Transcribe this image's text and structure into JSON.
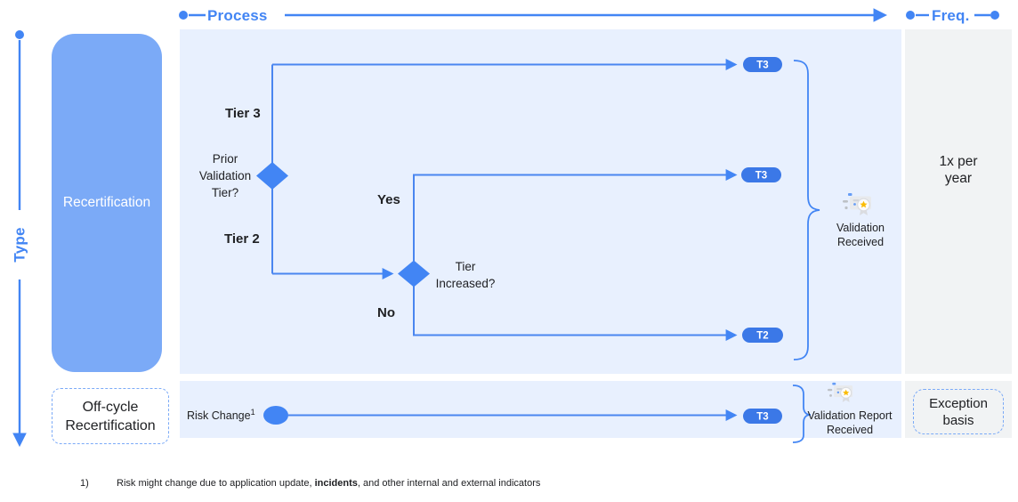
{
  "colors": {
    "accent_blue": "#4285f4",
    "pill_blue": "#3b78e7",
    "panel_blue": "#e8f0fe",
    "panel_gray": "#f1f3f4",
    "recert_box_blue": "#7baaf7",
    "text_dark": "#202124",
    "star_yellow": "#fbbc04"
  },
  "axes": {
    "process": "Process",
    "freq": "Freq.",
    "type": "Type"
  },
  "rows": {
    "recertification": {
      "label": "Recertification",
      "frequency_lines": [
        "1x per",
        "year"
      ]
    },
    "off_cycle": {
      "label_lines": [
        "Off-cycle",
        "Recertification"
      ],
      "frequency_lines": [
        "Exception",
        "basis"
      ]
    }
  },
  "flow": {
    "decision1": {
      "question_lines": [
        "Prior",
        "Validation",
        "Tier?"
      ],
      "branch_top": "Tier 3",
      "branch_bottom": "Tier 2"
    },
    "decision2": {
      "question_lines": [
        "Tier",
        "Increased?"
      ],
      "branch_top": "Yes",
      "branch_bottom": "No"
    },
    "pills": {
      "top": "T3",
      "middle": "T3",
      "bottom": "T2",
      "off_cycle": "T3"
    },
    "validation_received_lines": [
      "Validation",
      "Received"
    ],
    "validation_report_received_lines": [
      "Validation Report",
      "Received"
    ],
    "risk_change": {
      "label": "Risk Change",
      "footnote_ref": "1"
    }
  },
  "icons": {
    "validation": "certificate-star-icon"
  },
  "footnote": {
    "ref": "1)",
    "text_pre": "Risk might change due to application update, ",
    "text_bold": "incidents",
    "text_post": ", and other internal and external indicators"
  }
}
